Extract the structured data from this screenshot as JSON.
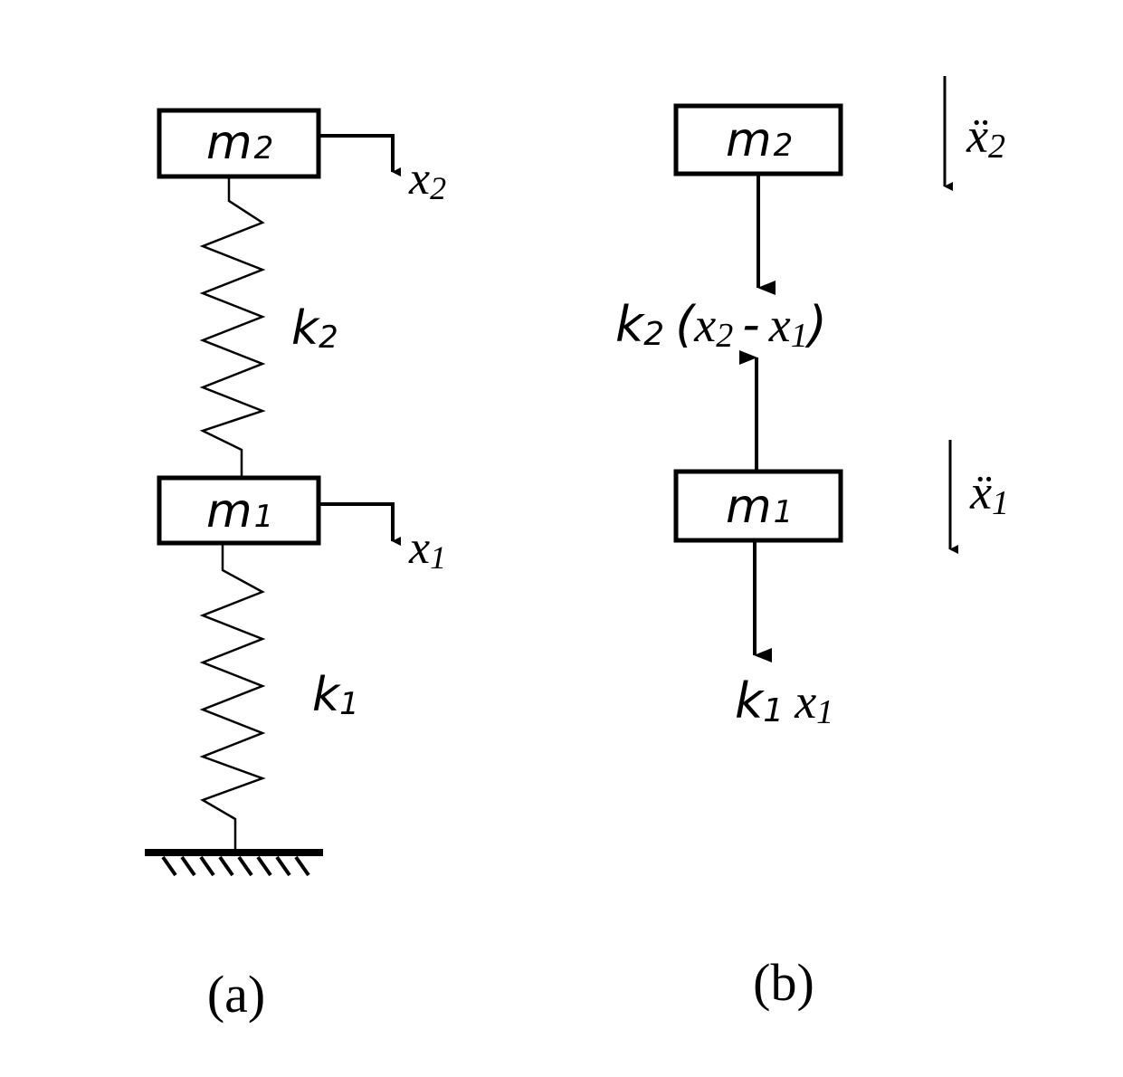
{
  "panel_a": {
    "caption": "(a)",
    "mass_top": {
      "symbol": "m",
      "subscript": "2"
    },
    "mass_bottom": {
      "symbol": "m",
      "subscript": "1"
    },
    "disp_top": {
      "symbol": "x",
      "subscript": "2"
    },
    "disp_bottom": {
      "symbol": "x",
      "subscript": "1"
    },
    "spring_top": {
      "symbol": "k",
      "subscript": "2"
    },
    "spring_bottom": {
      "symbol": "k",
      "subscript": "1"
    }
  },
  "panel_b": {
    "caption": "(b)",
    "mass_top": {
      "symbol": "m",
      "subscript": "2"
    },
    "mass_bottom": {
      "symbol": "m",
      "subscript": "1"
    },
    "force_middle": {
      "k": "k",
      "k_sub": "2",
      "open": "(",
      "x_a": "x",
      "x_a_sub": "2",
      "minus": "-",
      "x_b": "x",
      "x_b_sub": "1",
      "close": ")"
    },
    "force_bottom": {
      "k": "k",
      "k_sub": "1",
      "x": "x",
      "x_sub": "1"
    },
    "accel_top": {
      "symbol": "ẍ",
      "subscript": "2"
    },
    "accel_bottom": {
      "symbol": "ẍ",
      "subscript": "1"
    }
  }
}
